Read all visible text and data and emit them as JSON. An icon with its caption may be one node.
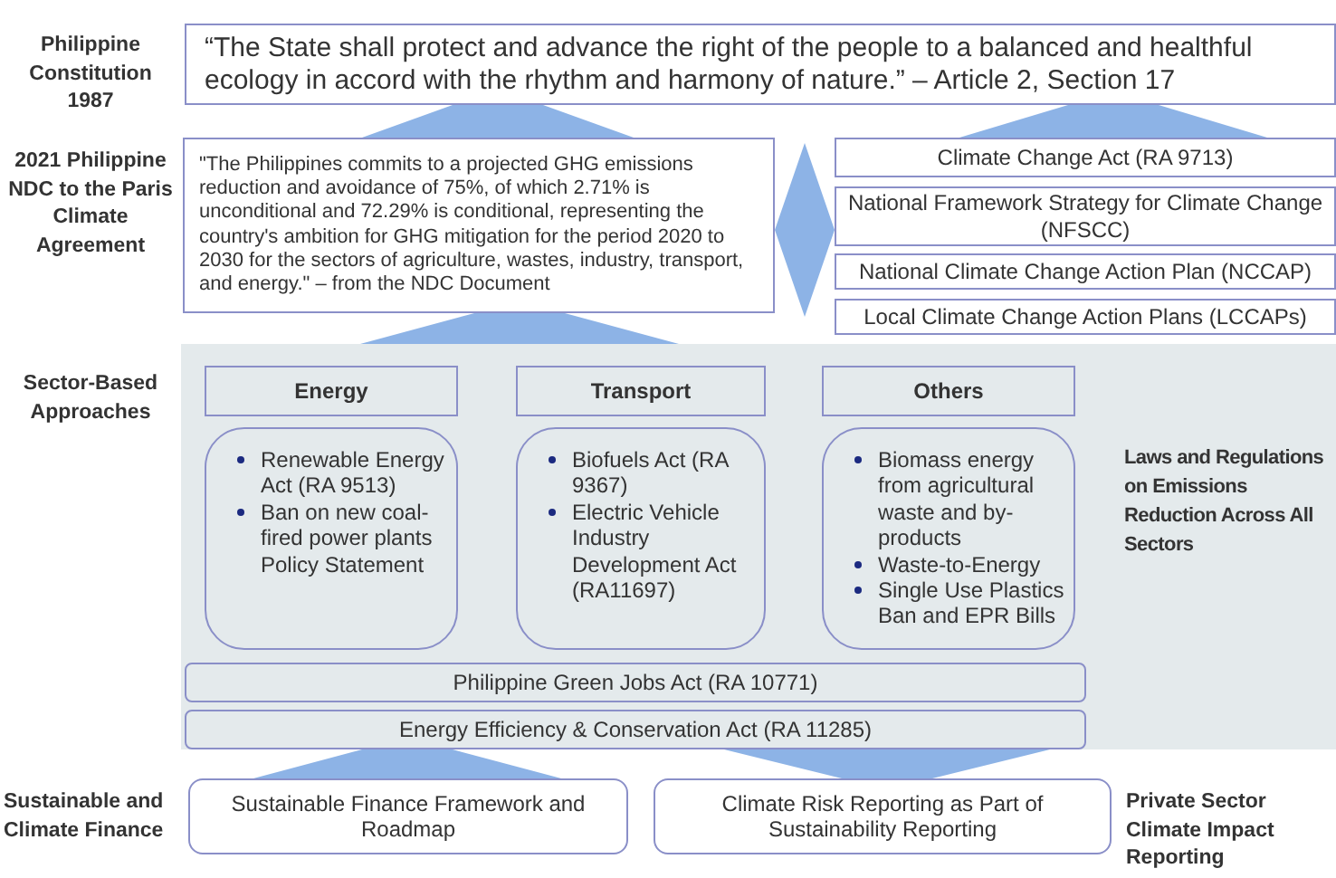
{
  "diagram": {
    "nodes": [
      {
        "text": [
          "“The State shall protect and advance the right of the people to a balanced and healthful ecology in accord with the rhythm and harmony of nature.” – Article 2, Section 17"
        ]
      },
      {
        "text": [
          "\"The Philippines commits to a projected GHG emissions reduction and avoidance of 75%, of which 2.71% is unconditional and 72.29% is conditional, representing the country's ambition for GHG mitigation for the period 2020 to 2030 for the sectors of agriculture, wastes, industry, transport, and energy.\" – from the NDC Document"
        ]
      },
      {
        "text": [
          "Climate Change Act (RA 9713)"
        ]
      },
      {
        "text": [
          "National Framework Strategy for Climate Change (NFSCC)"
        ]
      },
      {
        "text": [
          "National Climate Change Action Plan (NCCAP)"
        ]
      },
      {
        "text": [
          "Local Climate Change Action Plans (LCCAPs)"
        ]
      },
      {
        "text": [
          "Laws and Regulations on Emissions Reduction Across All Sectors"
        ]
      },
      {
        "text": [
          "Energy"
        ],
        "in": 6
      },
      {
        "text": [
          "Transport"
        ],
        "in": 6
      },
      {
        "text": [
          "Others"
        ],
        "in": 6
      },
      {
        "text": [
          "Renewable Energy Act (RA 9513)",
          "Ban on new coal-fired power plants Policy Statement"
        ],
        "in": 6
      },
      {
        "text": [
          "Biofuels Act (RA 9367)",
          "Electric Vehicle Industry Development Act (RA11697)"
        ],
        "in": 6
      },
      {
        "text": [
          "Biomass energy from agricultural waste and by-products",
          "Waste-to-Energy",
          "Single Use Plastics Ban and EPR Bills"
        ],
        "in": 6
      },
      {
        "text": [
          "Philippine Green Jobs Act (RA 10771)"
        ],
        "in": 6
      },
      {
        "text": [
          "Energy Efficiency & Conservation Act (RA 11285)"
        ],
        "in": 6
      },
      {
        "text": [
          "Sustainable Finance Framework and Roadmap"
        ]
      },
      {
        "text": [
          "Climate Risk Reporting as Part of Sustainability Reporting"
        ]
      }
    ],
    "edges": [
      {
        "from": 1,
        "to": 0,
        "arrow": "none"
      },
      {
        "from": 2,
        "to": 0,
        "arrow": "none"
      },
      {
        "from": 6,
        "to": 1,
        "arrow": "none"
      },
      {
        "from": 1,
        "to": 3,
        "arrow": "both"
      },
      {
        "from": 15,
        "to": 6,
        "arrow": "none"
      },
      {
        "from": 6,
        "to": 16,
        "arrow": "none"
      }
    ],
    "labels": [
      "Philippine Constitution 1987",
      "2021 Philippine NDC to the Paris Climate Agreement",
      "Sector-Based Approaches",
      "Sustainable and Climate Finance",
      "Private Sector Climate Impact Reporting"
    ]
  }
}
